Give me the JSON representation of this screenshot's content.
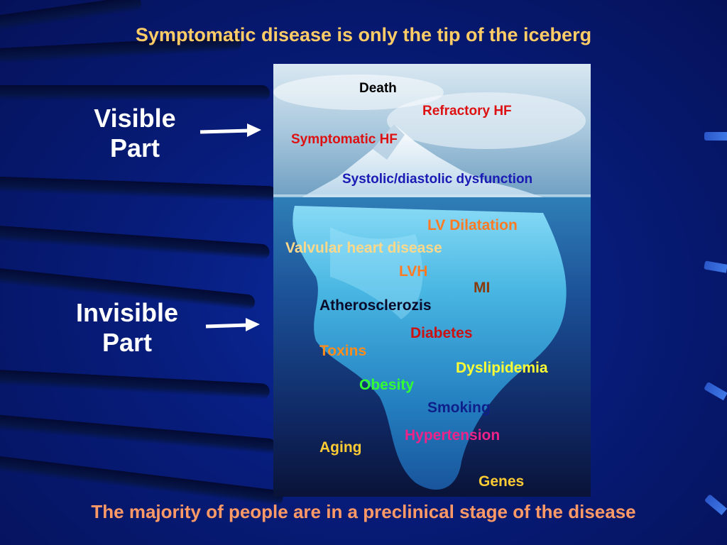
{
  "title": "Symptomatic disease is only the tip of the iceberg",
  "footer": "The majority of people are in a preclinical stage of the disease",
  "visible_part": {
    "line1": "Visible",
    "line2": "Part"
  },
  "invisible_part": {
    "line1": "Invisible",
    "line2": "Part"
  },
  "colors": {
    "title": "#ffcc66",
    "footer": "#ff9966",
    "background": "#071c7a"
  },
  "above_water": {
    "death": "Death",
    "refractory_hf": "Refractory HF",
    "symptomatic_hf": "Symptomatic HF",
    "dysfunction": "Systolic/diastolic dysfunction"
  },
  "below_water": {
    "lv_dilatation": "LV Dilatation",
    "valvular": "Valvular heart disease",
    "lvh": "LVH",
    "mi": "MI",
    "atherosclerosis": "Atherosclerozis",
    "diabetes": "Diabetes",
    "toxins": "Toxins",
    "dyslipidemia": "Dyslipidemia",
    "obesity": "Obesity",
    "smoking": "Smoking",
    "hypertension": "Hypertension",
    "aging": "Aging",
    "genes": "Genes"
  }
}
